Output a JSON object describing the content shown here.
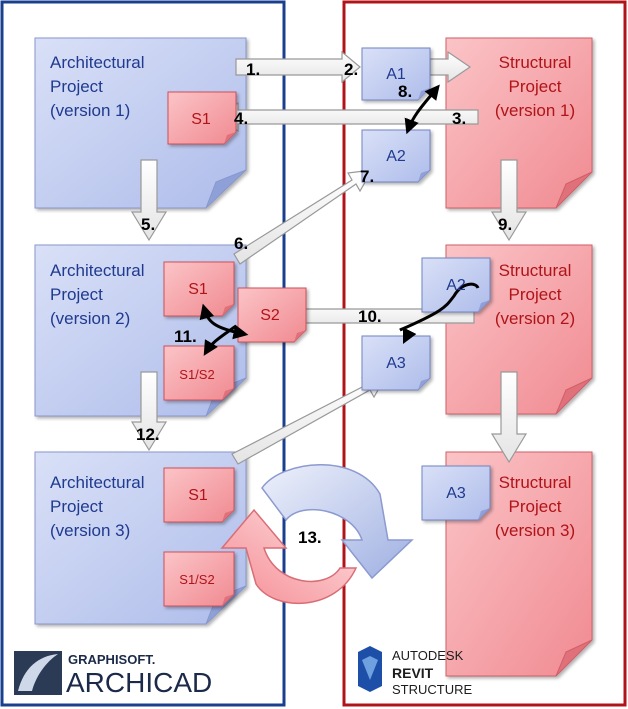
{
  "colors": {
    "archicad_frame": "#1a3f8f",
    "revit_frame": "#b01418",
    "arch_doc_fill": "#c9d3f2",
    "arch_text": "#1f3a8f",
    "struct_doc_fill": "#f7a9ad",
    "struct_text": "#b01418",
    "arrow_fill": "#ffffff",
    "arrow_stroke": "#9a9a9a"
  },
  "architectural_projects": [
    {
      "line1": "Architectural",
      "line2": "Project",
      "line3": "(version 1)"
    },
    {
      "line1": "Architectural",
      "line2": "Project",
      "line3": "(version 2)"
    },
    {
      "line1": "Architectural",
      "line2": "Project",
      "line3": "(version 3)"
    }
  ],
  "structural_projects": [
    {
      "line1": "Structural",
      "line2": "Project",
      "line3": "(version 1)"
    },
    {
      "line1": "Structural",
      "line2": "Project",
      "line3": "(version 2)"
    },
    {
      "line1": "Structural",
      "line2": "Project",
      "line3": "(version 3)"
    }
  ],
  "small_docs": {
    "s1_v1": "S1",
    "s1_v2": "S1",
    "s1s2_v2": "S1/S2",
    "s2": "S2",
    "s1_v3": "S1",
    "s1s2_v3": "S1/S2",
    "a1": "A1",
    "a2_top": "A2",
    "a2_mid": "A2",
    "a3_mid": "A3",
    "a3_bottom": "A3"
  },
  "steps": {
    "s1": "1.",
    "s2": "2.",
    "s3": "3.",
    "s4": "4.",
    "s5": "5.",
    "s6": "6.",
    "s7": "7.",
    "s8": "8.",
    "s9": "9.",
    "s10": "10.",
    "s11": "11.",
    "s12": "12.",
    "s13": "13."
  },
  "logos": {
    "graphisoft": "GRAPHISOFT.",
    "archicad": "ARCHICAD",
    "autodesk": "AUTODESK",
    "revit": "REVIT",
    "structure": "STRUCTURE"
  }
}
